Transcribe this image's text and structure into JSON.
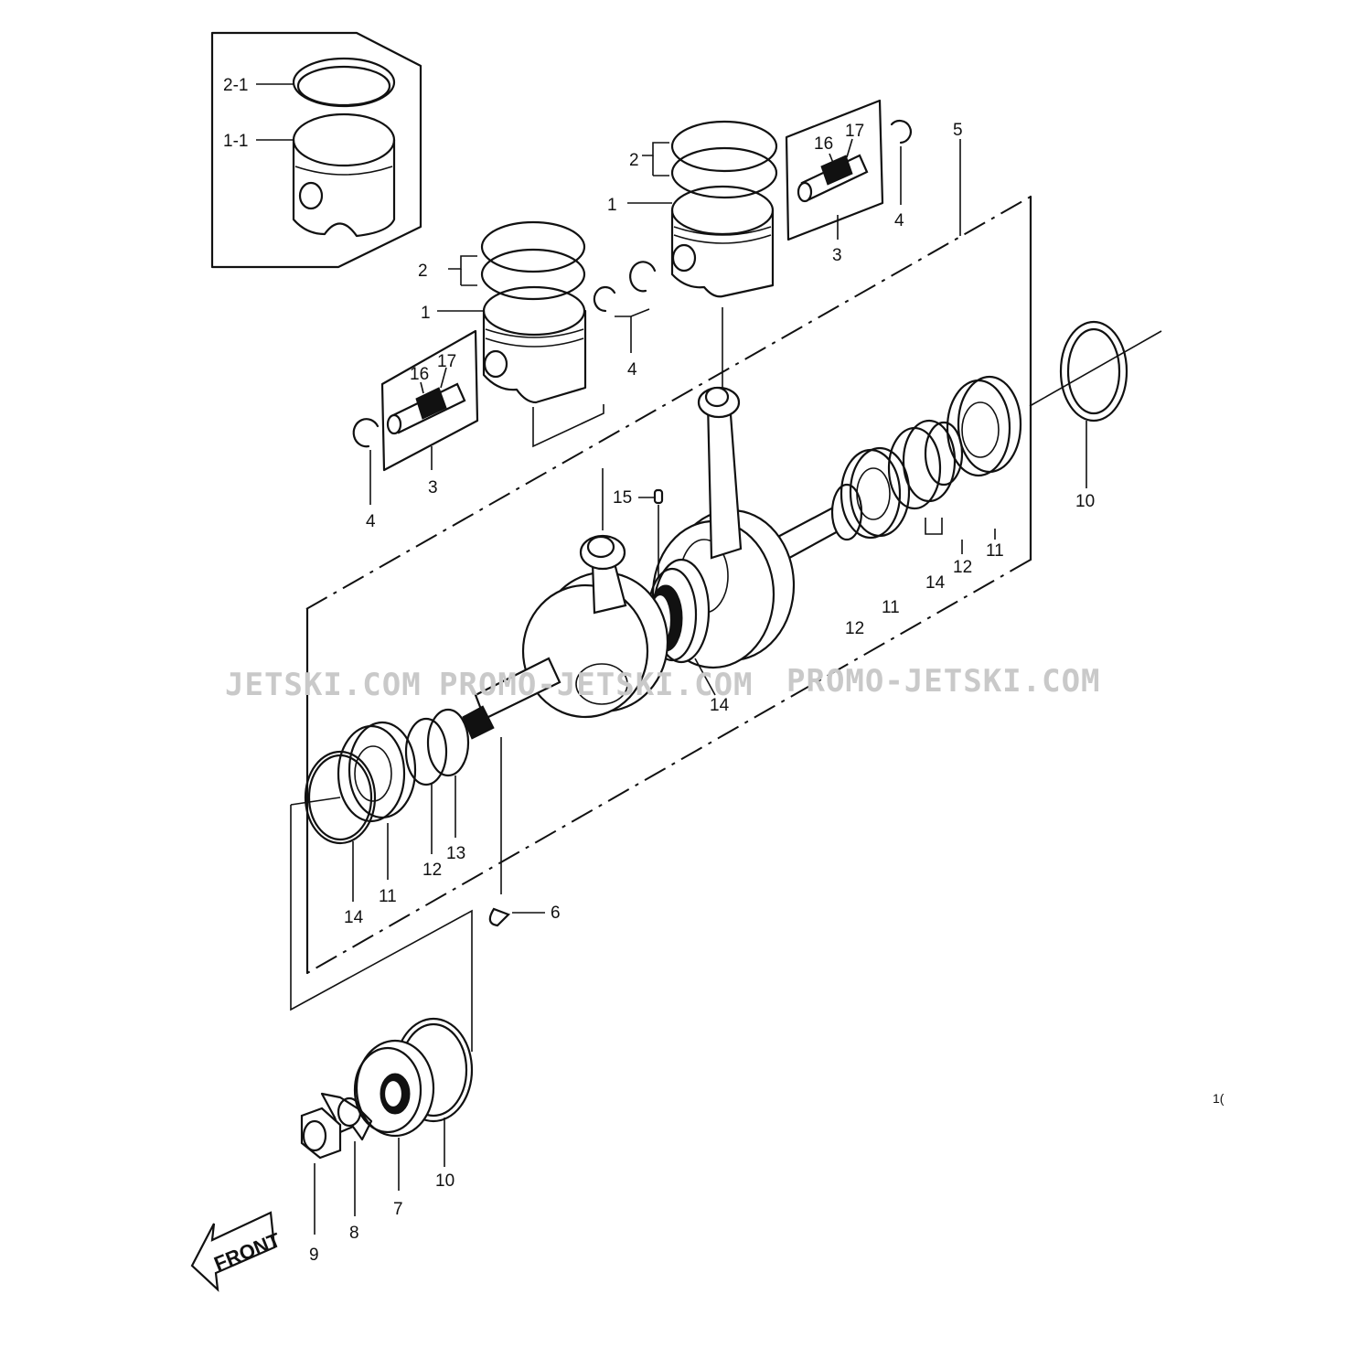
{
  "labels": {
    "l2_1": "2-1",
    "l1_1": "1-1",
    "l2a": "2",
    "l1a": "1",
    "l16a": "16",
    "l17a": "17",
    "l3a": "3",
    "l4a": "4",
    "l4b": "4",
    "l2b": "2",
    "l1b": "1",
    "l16b": "16",
    "l17b": "17",
    "l3b": "3",
    "l4c": "4",
    "l5": "5",
    "l10a": "10",
    "l15": "15",
    "l11a": "11",
    "l12a": "12",
    "l14a": "14",
    "l11b": "11",
    "l12b": "12",
    "l14b": "14",
    "l13": "13",
    "l12c": "12",
    "l11c": "11",
    "l14c": "14",
    "l6": "6",
    "l10b": "10",
    "l7": "7",
    "l8": "8",
    "l9": "9",
    "l10c": "1("
  },
  "front_label": "FRONT",
  "watermark": {
    "w1": "JETSKI.COM",
    "w2": "PROMO-JETSKI.COM",
    "w3": "PROMO-JETSKI.COM"
  }
}
